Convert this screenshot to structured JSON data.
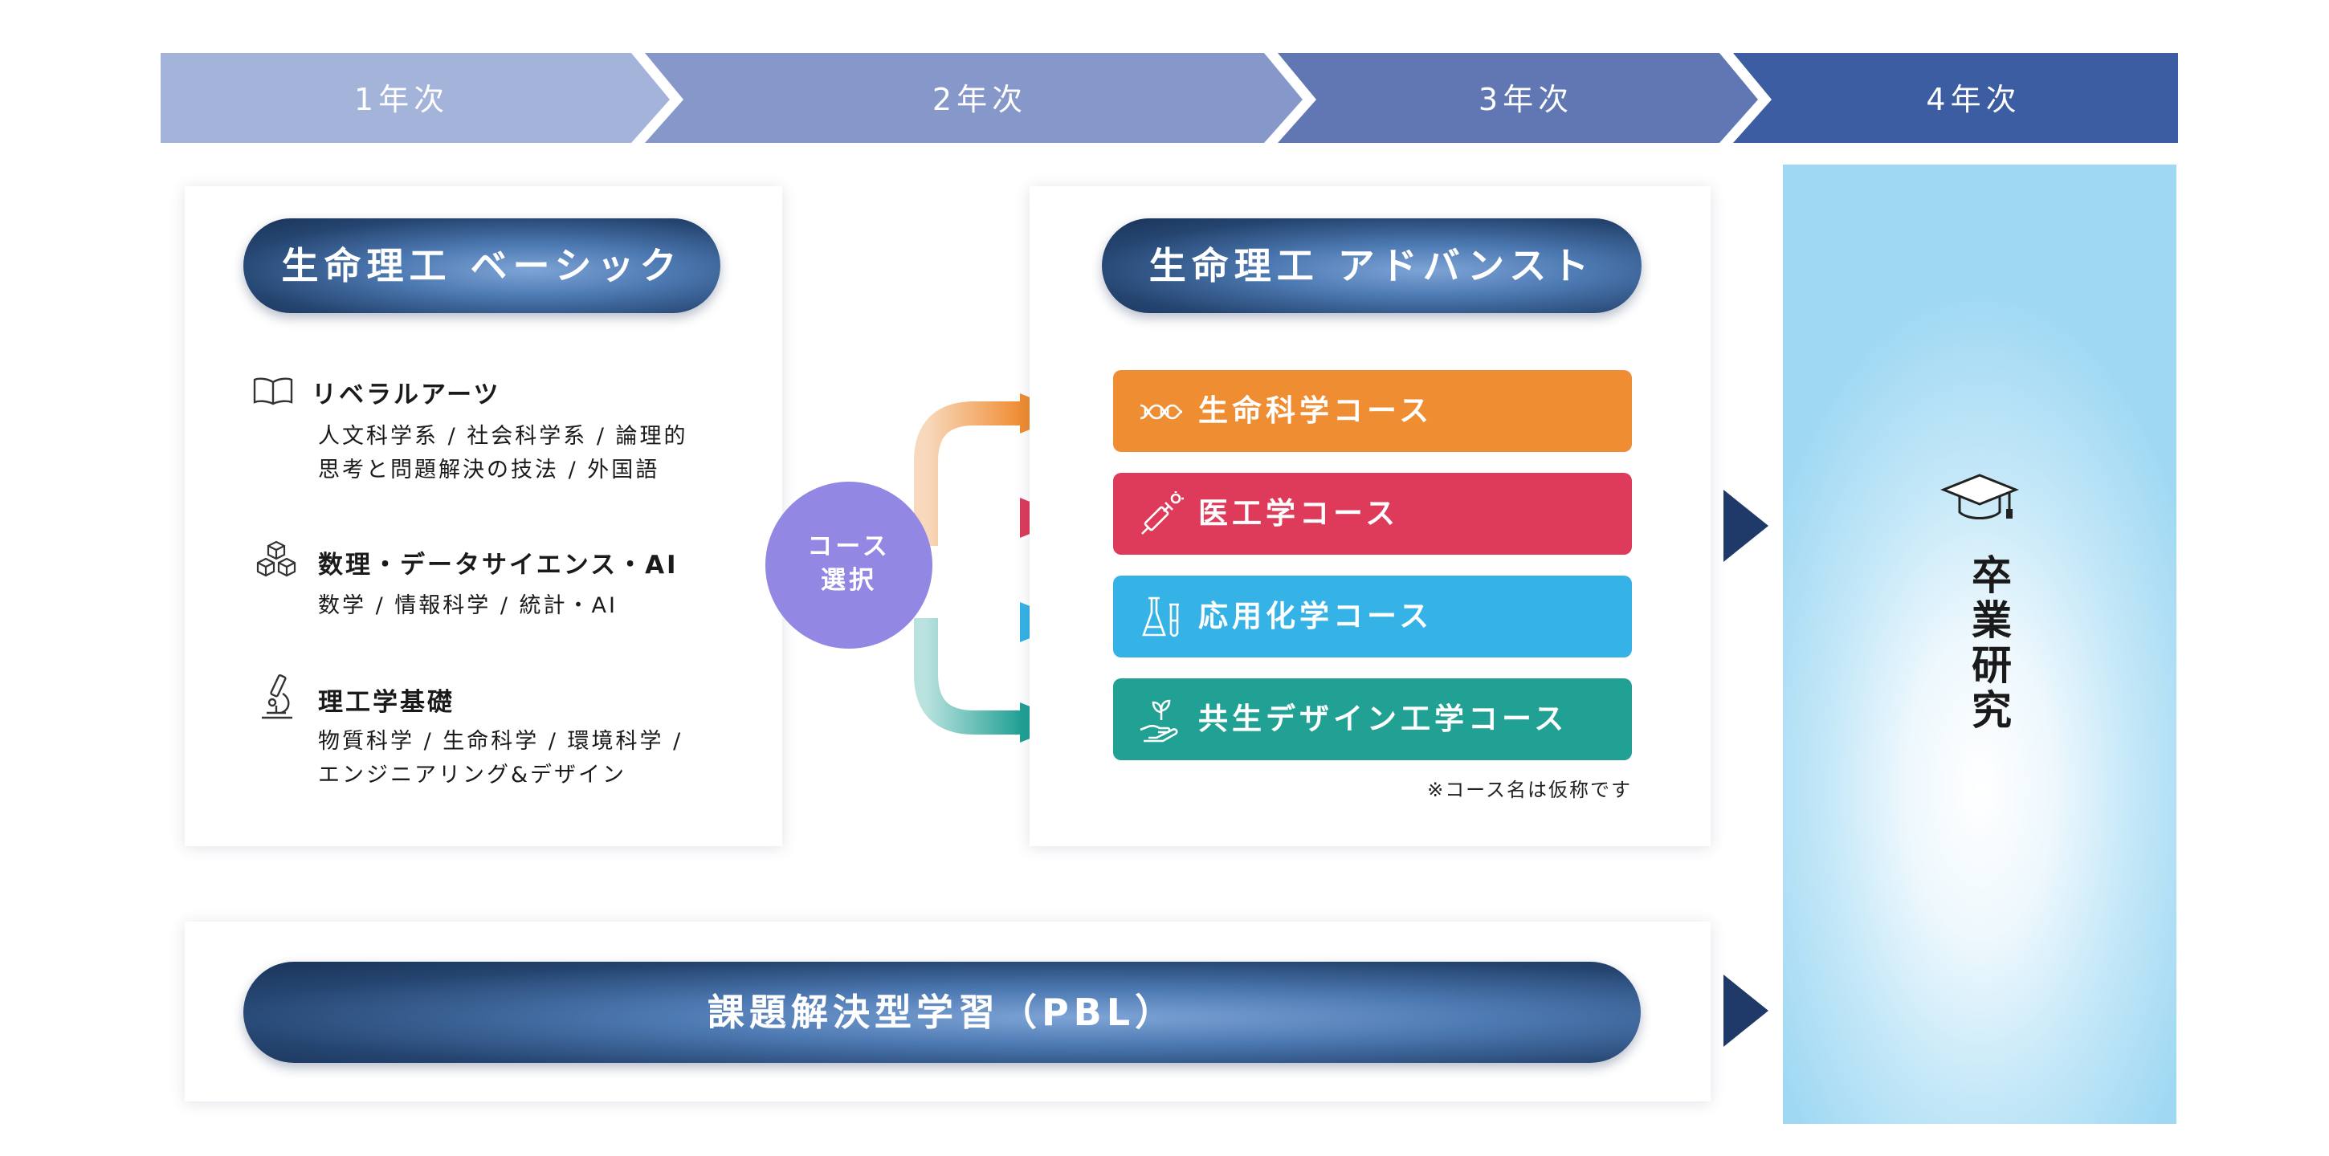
{
  "years": [
    "1年次",
    "2年次",
    "3年次",
    "4年次"
  ],
  "basic": {
    "title": "生命理工 ベーシック",
    "categories": [
      {
        "icon": "open-book-icon",
        "title": "リベラルアーツ",
        "lines": [
          "人文科学系 / 社会科学系 / 論理的",
          "思考と問題解決の技法 / 外国語"
        ]
      },
      {
        "icon": "cubes-icon",
        "title": "数理・データサイエンス・AI",
        "lines": [
          "数学 / 情報科学 / 統計・AI"
        ]
      },
      {
        "icon": "microscope-icon",
        "title": "理工学基礎",
        "lines": [
          "物質科学 / 生命科学 / 環境科学 /",
          "エンジニアリング&デザイン"
        ]
      }
    ]
  },
  "course_select": {
    "line1": "コース",
    "line2": "選択"
  },
  "advanced": {
    "title": "生命理工 アドバンスト",
    "courses": [
      {
        "name": "生命科学コース",
        "icon": "dna-icon",
        "color": "#ef8d33"
      },
      {
        "name": "医工学コース",
        "icon": "syringe-icon",
        "color": "#de3b5a"
      },
      {
        "name": "応用化学コース",
        "icon": "flask-icon",
        "color": "#36b3e6"
      },
      {
        "name": "共生デザイン工学コース",
        "icon": "plant-hand-icon",
        "color": "#21a094"
      }
    ],
    "note": "※コース名は仮称です"
  },
  "pbl": {
    "title": "課題解決型学習（PBL）"
  },
  "graduation": {
    "icon": "graduation-cap-icon",
    "text": "卒業研究"
  },
  "colors": {
    "year1": "#a4b3da",
    "year2": "#8598c9",
    "year3": "#6177b4",
    "year4": "#3d5da2",
    "pill_dark": "#1f3b63",
    "arrow_navy": "#1f3a68",
    "select_circle": "#9287e3"
  }
}
